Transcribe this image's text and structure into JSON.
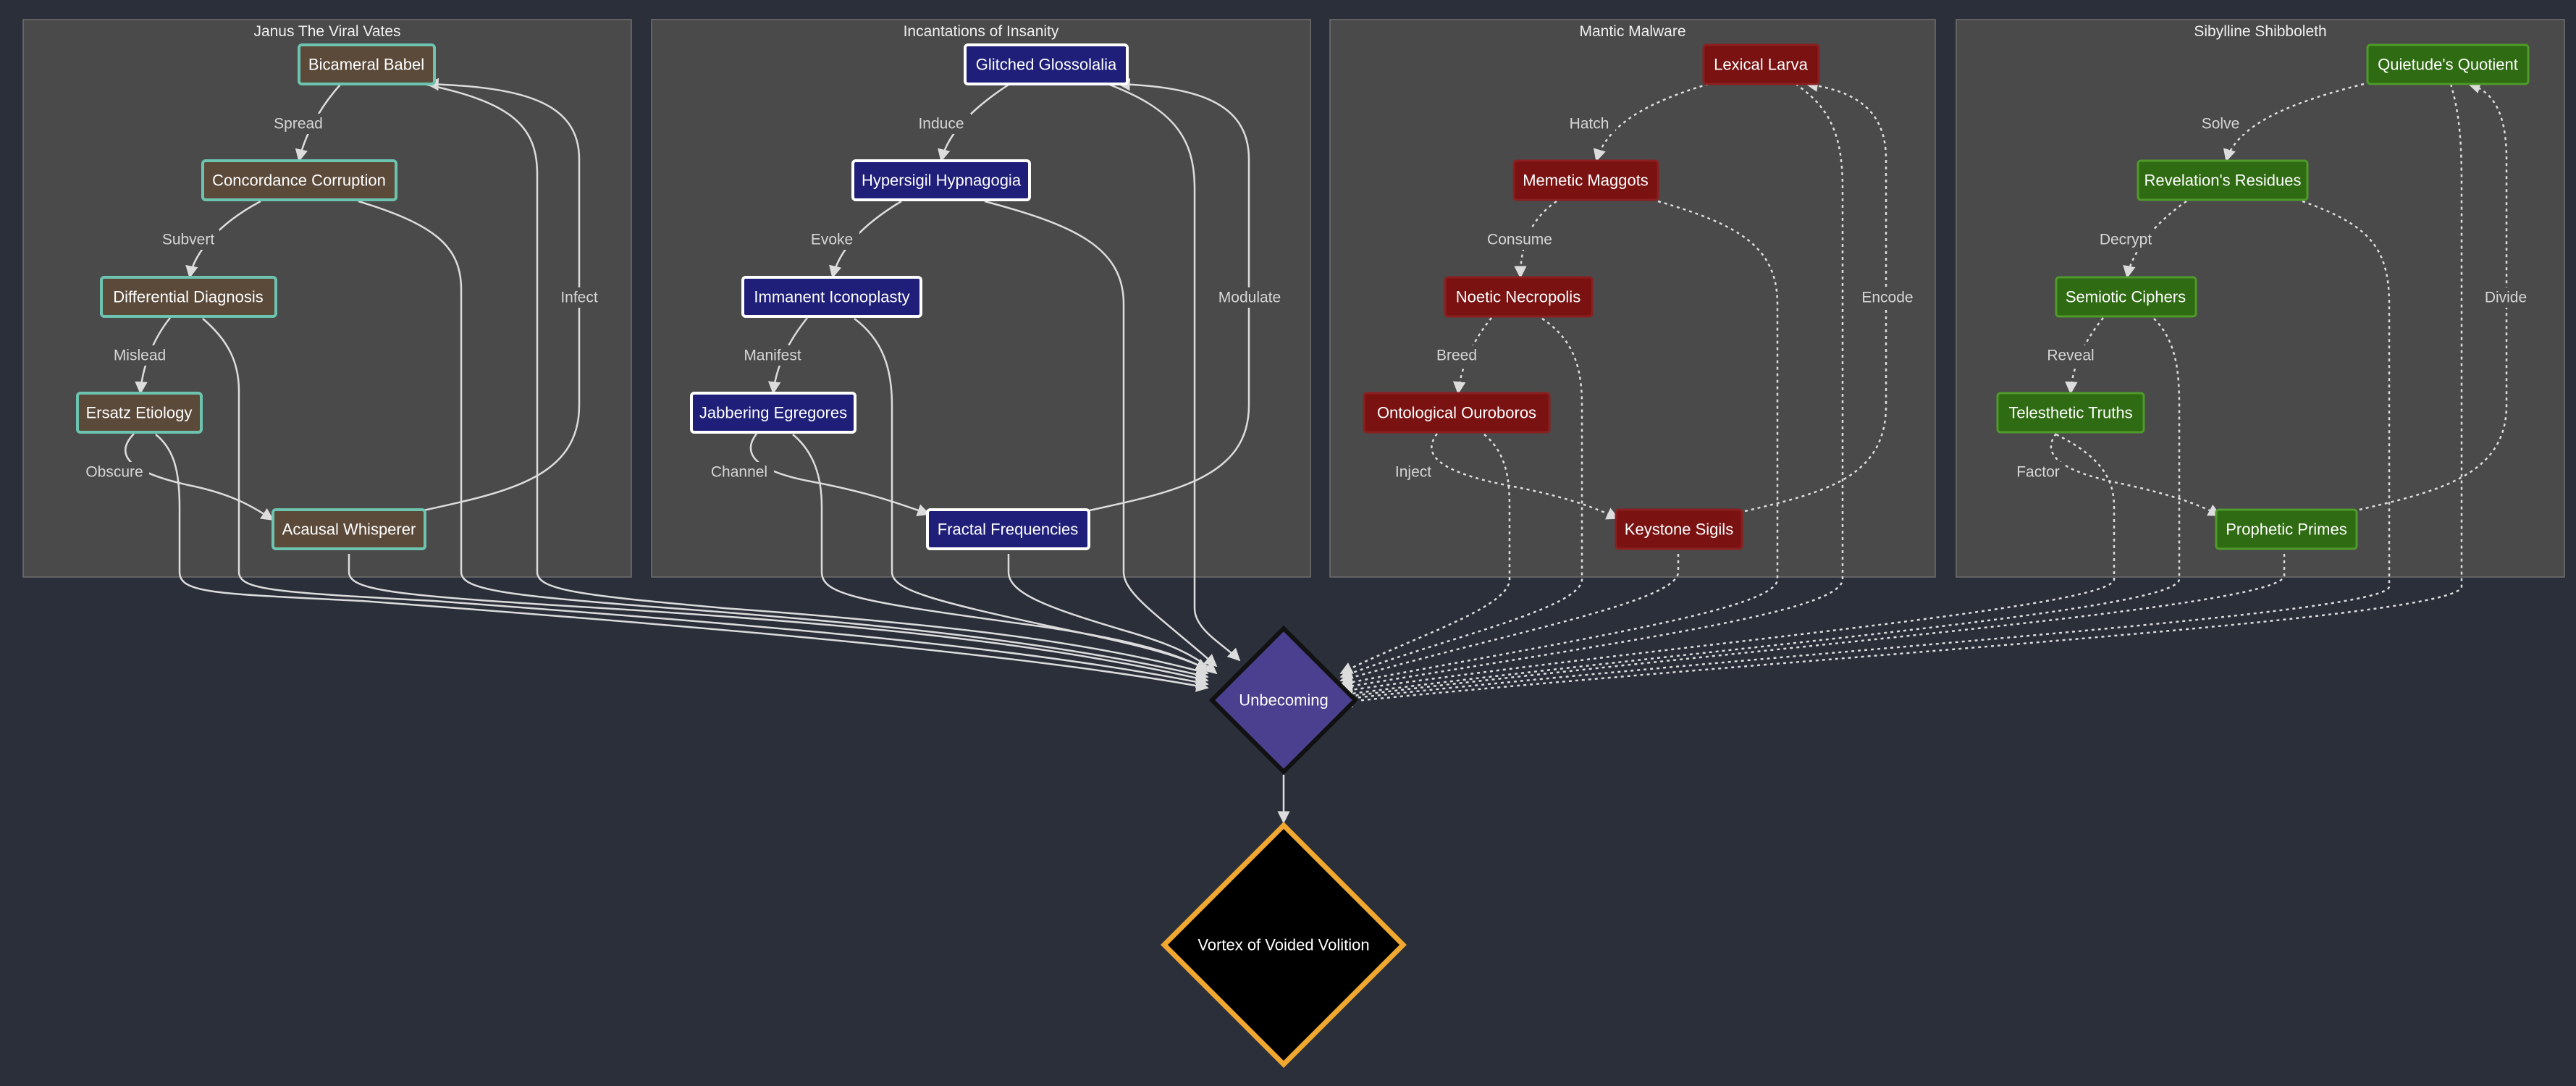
{
  "colors": {
    "background": "#2b2f3a",
    "cluster_fill": "#4a4a4a",
    "cluster_stroke": "#6e6e6e",
    "edge": "#dcdcdc",
    "janus": {
      "fill": "#5b4a3a",
      "stroke": "#6cc4b0"
    },
    "incantations": {
      "fill": "#1f1f7a",
      "stroke": "#ffffff"
    },
    "mantic": {
      "fill": "#7a1212",
      "stroke": "#8b1f1f"
    },
    "sibylline": {
      "fill": "#2f6b12",
      "stroke": "#4f9a2a"
    },
    "unbecoming": {
      "fill": "#4b3f8f",
      "stroke": "#111111"
    },
    "vortex": {
      "fill": "#000000",
      "stroke": "#f0a830"
    }
  },
  "clusters": [
    {
      "id": "janus",
      "title": "Janus The Viral Vates"
    },
    {
      "id": "incantations",
      "title": "Incantations of Insanity"
    },
    {
      "id": "mantic",
      "title": "Mantic Malware"
    },
    {
      "id": "sibylline",
      "title": "Sibylline Shibboleth"
    }
  ],
  "nodes": {
    "bicameral": "Bicameral Babel",
    "concordance": "Concordance Corruption",
    "differential": "Differential Diagnosis",
    "ersatz": "Ersatz Etiology",
    "acausal": "Acausal Whisperer",
    "glitched": "Glitched Glossolalia",
    "hypersigil": "Hypersigil Hypnagogia",
    "immanent": "Immanent Iconoplasty",
    "jabbering": "Jabbering Egregores",
    "fractal": "Fractal Frequencies",
    "lexical": "Lexical Larva",
    "memetic": "Memetic Maggots",
    "noetic": "Noetic Necropolis",
    "ontological": "Ontological Ouroboros",
    "keystone": "Keystone Sigils",
    "quietude": "Quietude's Quotient",
    "revelation": "Revelation's Residues",
    "semiotic": "Semiotic Ciphers",
    "telesthetic": "Telesthetic Truths",
    "prophetic": "Prophetic Primes",
    "unbecoming": "Unbecoming",
    "vortex": "Vortex of Voided Volition"
  },
  "edge_labels": {
    "spread": "Spread",
    "subvert": "Subvert",
    "mislead": "Mislead",
    "obscure": "Obscure",
    "infect": "Infect",
    "induce": "Induce",
    "evoke": "Evoke",
    "manifest": "Manifest",
    "channel": "Channel",
    "modulate": "Modulate",
    "hatch": "Hatch",
    "consume": "Consume",
    "breed": "Breed",
    "inject": "Inject",
    "encode": "Encode",
    "solve": "Solve",
    "decrypt": "Decrypt",
    "reveal": "Reveal",
    "factor": "Factor",
    "divide": "Divide"
  }
}
